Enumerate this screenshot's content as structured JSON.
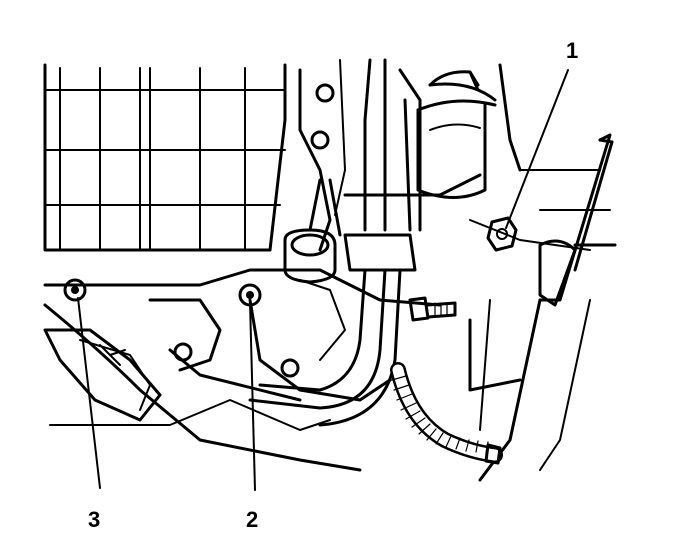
{
  "figure": {
    "background": "#ffffff",
    "ink": "#000000",
    "callouts": [
      {
        "id": "callout-1",
        "label": "1"
      },
      {
        "id": "callout-2",
        "label": "2"
      },
      {
        "id": "callout-3",
        "label": "3"
      }
    ]
  }
}
